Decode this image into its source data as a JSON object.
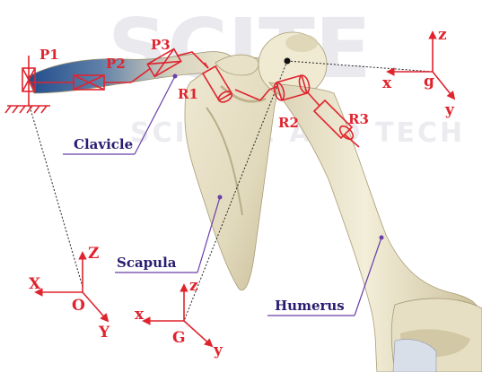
{
  "watermark": {
    "title": "SCITE",
    "subtitle": "SCIENCE AND TECH"
  },
  "labels": {
    "p1": "P1",
    "p2": "P2",
    "p3": "P3",
    "r1": "R1",
    "r2": "R2",
    "r3": "R3",
    "clavicle": "Clavicle",
    "scapula": "Scapula",
    "humerus": "Humerus"
  },
  "frames": {
    "base": {
      "x": "X",
      "y": "Y",
      "z": "Z",
      "origin": "O"
    },
    "scapula": {
      "x": "x",
      "y": "y",
      "z": "z",
      "origin": "G"
    },
    "humerus": {
      "x": "x",
      "y": "y",
      "z": "z",
      "origin": "g"
    }
  },
  "colors": {
    "mechanism": "#e0242e",
    "callout": "#6a3fa8",
    "label_text": "#2a1c70",
    "bone": "#ece6cd",
    "bone_shadow": "#c9bf9c",
    "clavicle_blue": "#2f5c9c"
  }
}
